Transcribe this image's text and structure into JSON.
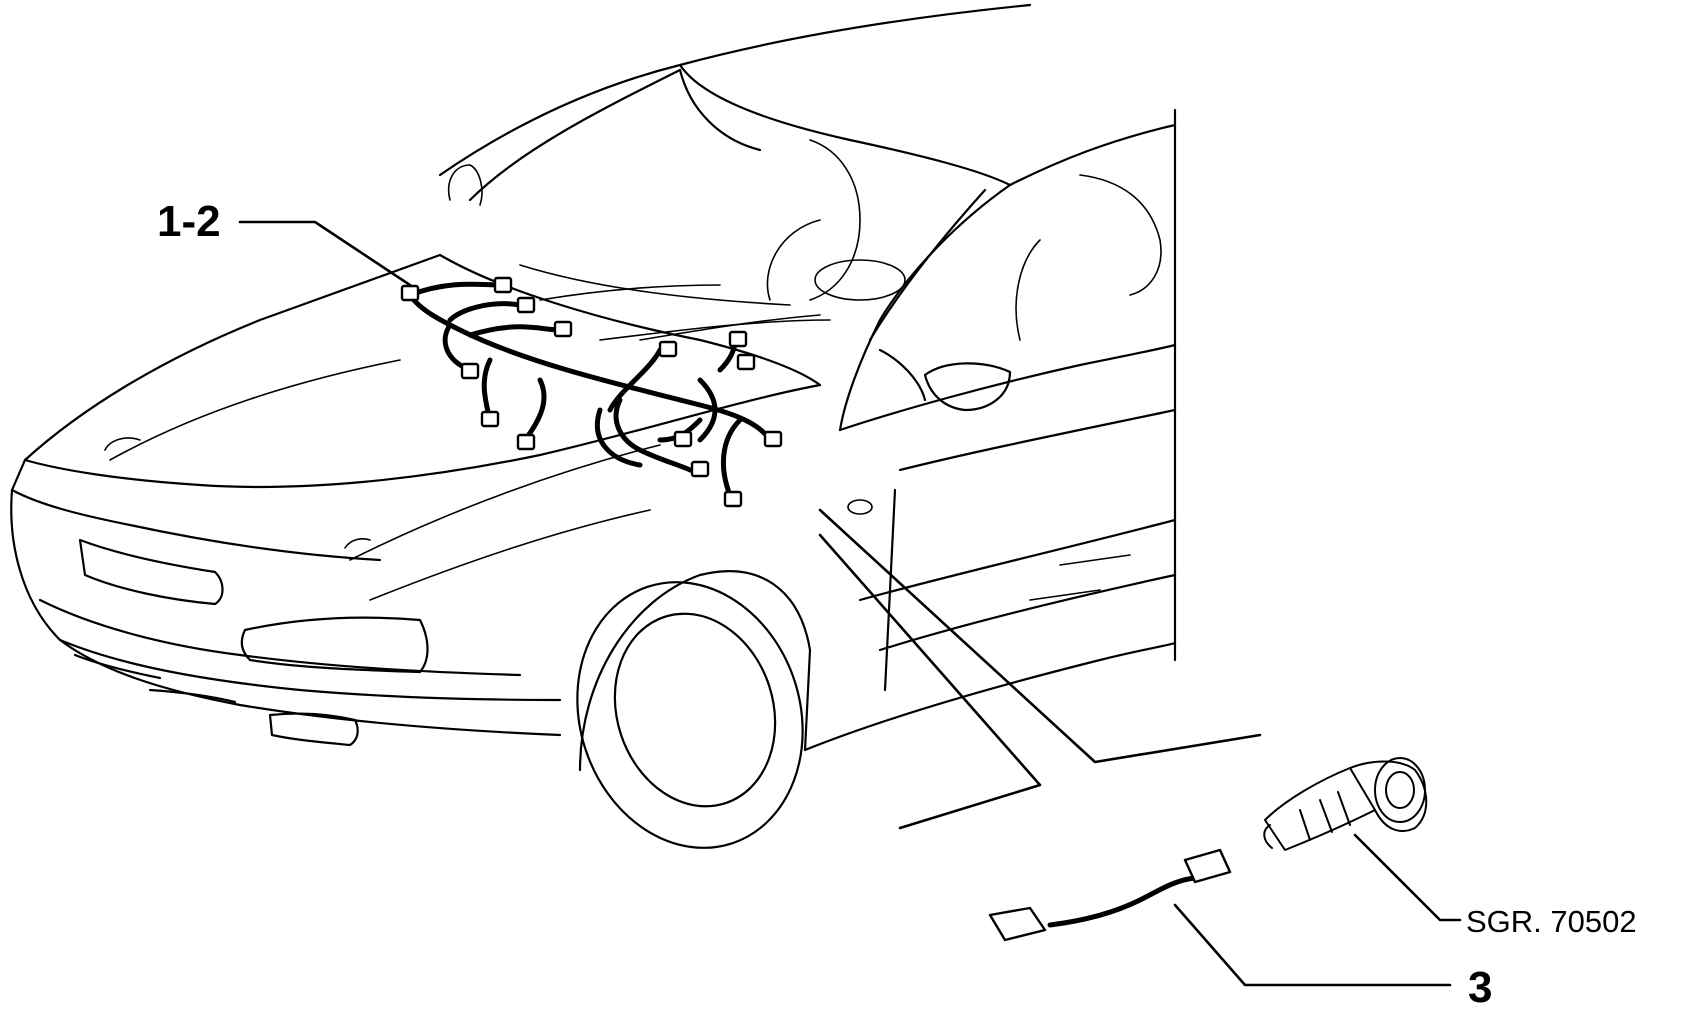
{
  "callouts": {
    "harness": "1-2",
    "sensor": "SGR. 70502",
    "jumper": "3"
  },
  "colors": {
    "ink": "#000000",
    "paper": "#ffffff"
  }
}
